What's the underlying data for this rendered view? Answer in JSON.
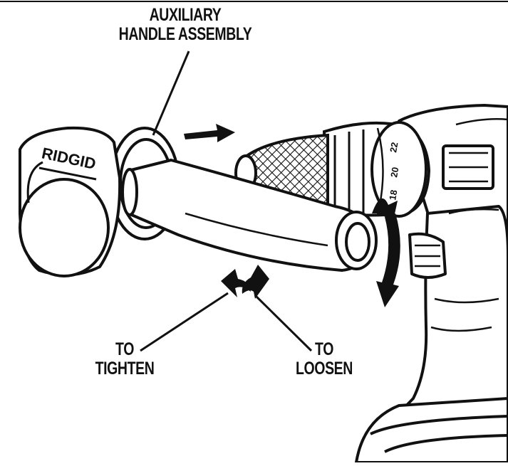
{
  "diagram": {
    "callouts": {
      "auxiliary_handle": {
        "line1": "AUXILIARY",
        "line2": "HANDLE ASSEMBLY"
      },
      "to_tighten": {
        "line1": "TO",
        "line2": "TIGHTEN"
      },
      "to_loosen": {
        "line1": "TO",
        "line2": "LOOSEN"
      }
    },
    "brand_logo": "RIDGID",
    "dial_numbers": [
      "18",
      "20",
      "22"
    ],
    "colors": {
      "ink": "#111111",
      "paper": "#ffffff"
    }
  }
}
